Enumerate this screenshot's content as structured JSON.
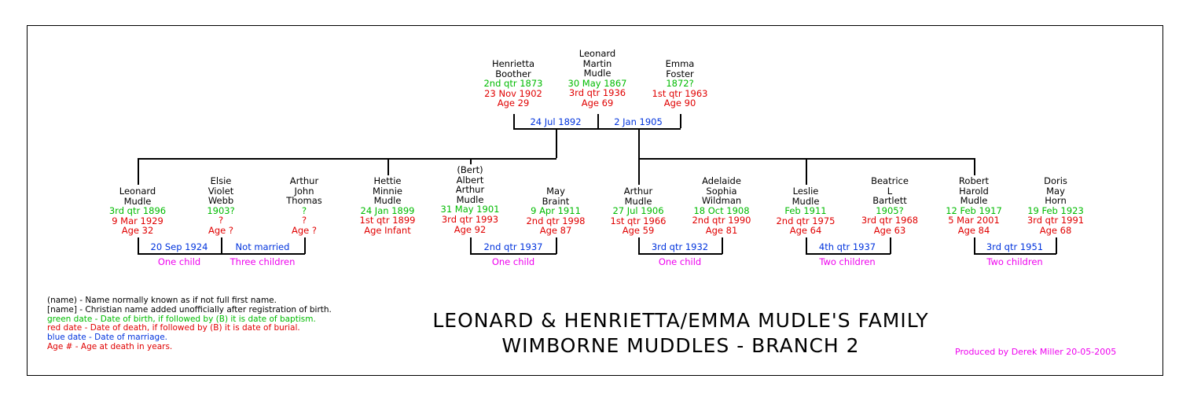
{
  "title": {
    "line1": "LEONARD & HENRIETTA/EMMA MUDLE'S FAMILY",
    "line2": "WIMBORNE MUDDLES - BRANCH 2"
  },
  "credit": "Produced by Derek Miller 20-05-2005",
  "legend": [
    {
      "text": "(name) - Name normally known as if not full first name.",
      "color": "#000000"
    },
    {
      "text": "[name] - Christian name added unofficially after registration of birth.",
      "color": "#000000"
    },
    {
      "text": "green date - Date of birth, if followed by (B) it is date of baptism.",
      "color": "#00bb00"
    },
    {
      "text": "red date - Date of death, if followed by (B) it is date of burial.",
      "color": "#e00000"
    },
    {
      "text": "blue date - Date of marriage.",
      "color": "#0033dd"
    },
    {
      "text": "Age # - Age at death in years.",
      "color": "#e00000"
    }
  ],
  "people": {
    "henrietta": {
      "names": [
        "Henrietta",
        "Boother"
      ],
      "birth": "2nd qtr 1873",
      "death": "23 Nov 1902",
      "age": "Age 29"
    },
    "leonard_sr": {
      "names": [
        "Leonard",
        "Martin",
        "Mudle"
      ],
      "birth": "30 May 1867",
      "death": "3rd qtr 1936",
      "age": "Age 69"
    },
    "emma": {
      "names": [
        "Emma",
        "Foster"
      ],
      "birth": "1872?",
      "death": "1st qtr 1963",
      "age": "Age 90"
    },
    "leonard_jr": {
      "names": [
        "Leonard",
        "Mudle"
      ],
      "birth": "3rd qtr 1896",
      "death": "9 Mar 1929",
      "age": "Age 32"
    },
    "elsie": {
      "names": [
        "Elsie",
        "Violet",
        "Webb"
      ],
      "birth": "1903?",
      "death": "?",
      "age": "Age ?"
    },
    "arthur_thomas": {
      "names": [
        "Arthur",
        "John",
        "Thomas"
      ],
      "birth": "?",
      "death": "?",
      "age": "Age ?"
    },
    "hettie": {
      "names": [
        "Hettie",
        "Minnie",
        "Mudle"
      ],
      "birth": "24 Jan 1899",
      "death": "1st qtr 1899",
      "age": "Age Infant"
    },
    "albert": {
      "names": [
        "(Bert)",
        "Albert",
        "Arthur",
        "Mudle"
      ],
      "birth": "31 May 1901",
      "death": "3rd qtr 1993",
      "age": "Age 92"
    },
    "may": {
      "names": [
        "May",
        "Braint"
      ],
      "birth": "9 Apr 1911",
      "death": "2nd qtr 1998",
      "age": "Age 87"
    },
    "arthur_mudle": {
      "names": [
        "Arthur",
        "Mudle"
      ],
      "birth": "27 Jul 1906",
      "death": "1st qtr 1966",
      "age": "Age 59"
    },
    "adelaide": {
      "names": [
        "Adelaide",
        "Sophia",
        "Wildman"
      ],
      "birth": "18 Oct 1908",
      "death": "2nd qtr 1990",
      "age": "Age 81"
    },
    "leslie": {
      "names": [
        "Leslie",
        "Mudle"
      ],
      "birth": "Feb 1911",
      "death": "2nd qtr 1975",
      "age": "Age 64"
    },
    "beatrice": {
      "names": [
        "Beatrice",
        "L",
        "Bartlett"
      ],
      "birth": "1905?",
      "death": "3rd qtr 1968",
      "age": "Age 63"
    },
    "robert": {
      "names": [
        "Robert",
        "Harold",
        "Mudle"
      ],
      "birth": "12 Feb 1917",
      "death": "5 Mar 2001",
      "age": "Age 84"
    },
    "doris": {
      "names": [
        "Doris",
        "May",
        "Horn"
      ],
      "birth": "19 Feb 1923",
      "death": "3rd qtr 1991",
      "age": "Age 68"
    }
  },
  "marriages": {
    "henrietta_leonard": "24 Jul 1892",
    "leonard_emma": "2 Jan 1905",
    "leonard_elsie": "20 Sep 1924",
    "elsie_arthur": "Not married",
    "albert_may": "2nd qtr 1937",
    "arthur_adelaide": "3rd qtr 1932",
    "leslie_beatrice": "4th qtr 1937",
    "robert_doris": "3rd qtr 1951"
  },
  "children_notes": {
    "leonard_elsie": "One child",
    "elsie_arthur": "Three children",
    "albert_may": "One child",
    "arthur_adelaide": "One child",
    "leslie_beatrice": "Two children",
    "robert_doris": "Two children"
  }
}
